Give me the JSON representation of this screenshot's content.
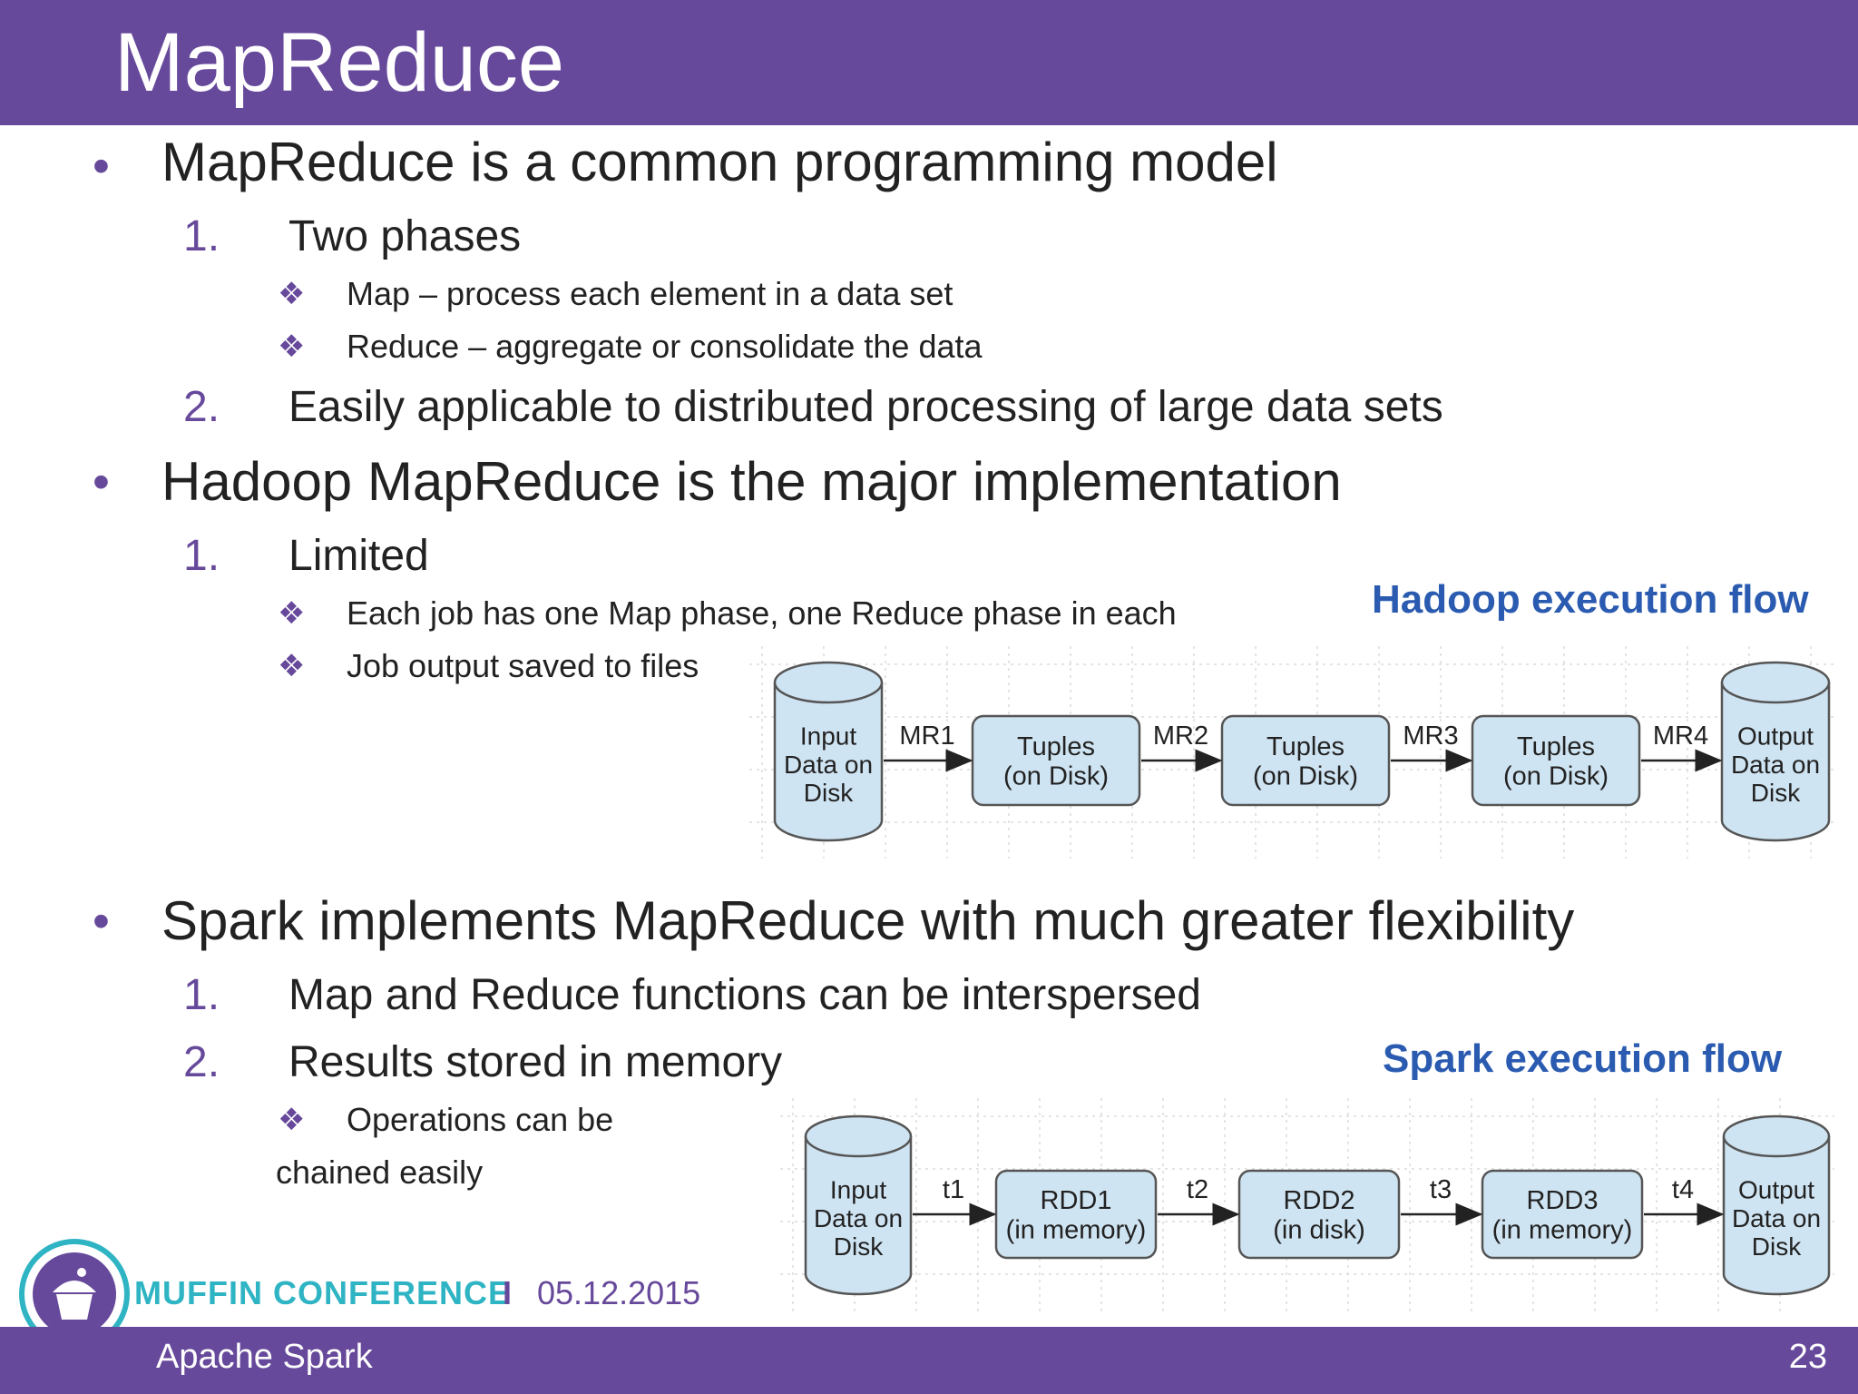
{
  "slide": {
    "title": "MapReduce",
    "footer_left": "Apache Spark",
    "page_number": "23"
  },
  "content": {
    "b1": "MapReduce is a common programming model",
    "b1_1": "Two phases",
    "b1_1_a": "Map – process each element in a data set",
    "b1_1_b": "Reduce – aggregate or consolidate the data",
    "b1_2": "Easily applicable to distributed processing of large data sets",
    "b2": "Hadoop MapReduce is the major implementation",
    "b2_1": "Limited",
    "b2_1_a": "Each job has one Map phase, one Reduce phase in each",
    "b2_1_b": "Job output saved to files",
    "b3": "Spark implements MapReduce with much greater flexibility",
    "b3_1": "Map and Reduce functions can be interspersed",
    "b3_2": "Results stored in memory",
    "b3_2_a_line1": "Operations can be",
    "b3_2_a_line2": "chained easily",
    "markers": {
      "bullet": "•",
      "n1": "1.",
      "n2": "2.",
      "diamond": "❖"
    }
  },
  "hadoop_flow": {
    "title": "Hadoop execution flow",
    "input": [
      "Input",
      "Data on",
      "Disk"
    ],
    "output": [
      "Output",
      "Data on",
      "Disk"
    ],
    "steps": [
      {
        "edge": "MR1",
        "box": [
          "Tuples",
          "(on Disk)"
        ]
      },
      {
        "edge": "MR2",
        "box": [
          "Tuples",
          "(on Disk)"
        ]
      },
      {
        "edge": "MR3",
        "box": [
          "Tuples",
          "(on Disk)"
        ]
      },
      {
        "edge": "MR4",
        "box": null
      }
    ]
  },
  "spark_flow": {
    "title": "Spark execution flow",
    "input": [
      "Input",
      "Data on",
      "Disk"
    ],
    "output": [
      "Output",
      "Data on",
      "Disk"
    ],
    "steps": [
      {
        "edge": "t1",
        "box": [
          "RDD1",
          "(in memory)"
        ]
      },
      {
        "edge": "t2",
        "box": [
          "RDD2",
          "(in disk)"
        ]
      },
      {
        "edge": "t3",
        "box": [
          "RDD3",
          "(in memory)"
        ]
      },
      {
        "edge": "t4",
        "box": null
      }
    ]
  },
  "conference": {
    "name": "MUFFIN CONFERENCE",
    "separator": "I",
    "date": "05.12.2015"
  },
  "colors": {
    "brand": "#67499b",
    "flow_title": "#2a5bb0",
    "node_fill": "#cfe4f2",
    "node_stroke": "#555555",
    "conference": "#2fb4c4"
  }
}
